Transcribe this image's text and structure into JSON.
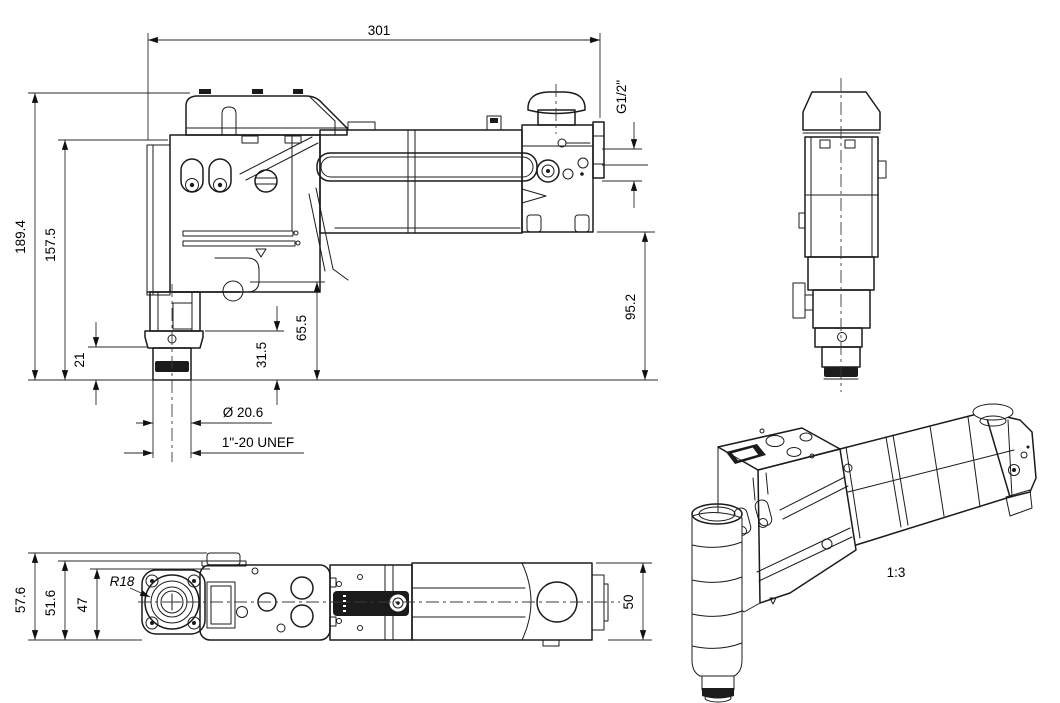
{
  "drawing": {
    "scale_note": "1:3",
    "side_view": {
      "length_total": "301",
      "height_total": "189.4",
      "height_body": "157.5",
      "spindle_step1": "21",
      "spindle_step2": "31.5",
      "spindle_step3": "65.5",
      "rear_height": "95.2",
      "port_thread": "G1/2\"",
      "spindle_diameter": "Ø 20.6",
      "spindle_thread": "1\"-20 UNEF"
    },
    "top_view": {
      "width_total": "57.6",
      "width_body": "51.6",
      "width_inner": "47",
      "flange_radius": "R18",
      "cylinder_diameter": "50"
    },
    "colors": {
      "line": "#1b1b1b",
      "background": "#ffffff"
    }
  }
}
